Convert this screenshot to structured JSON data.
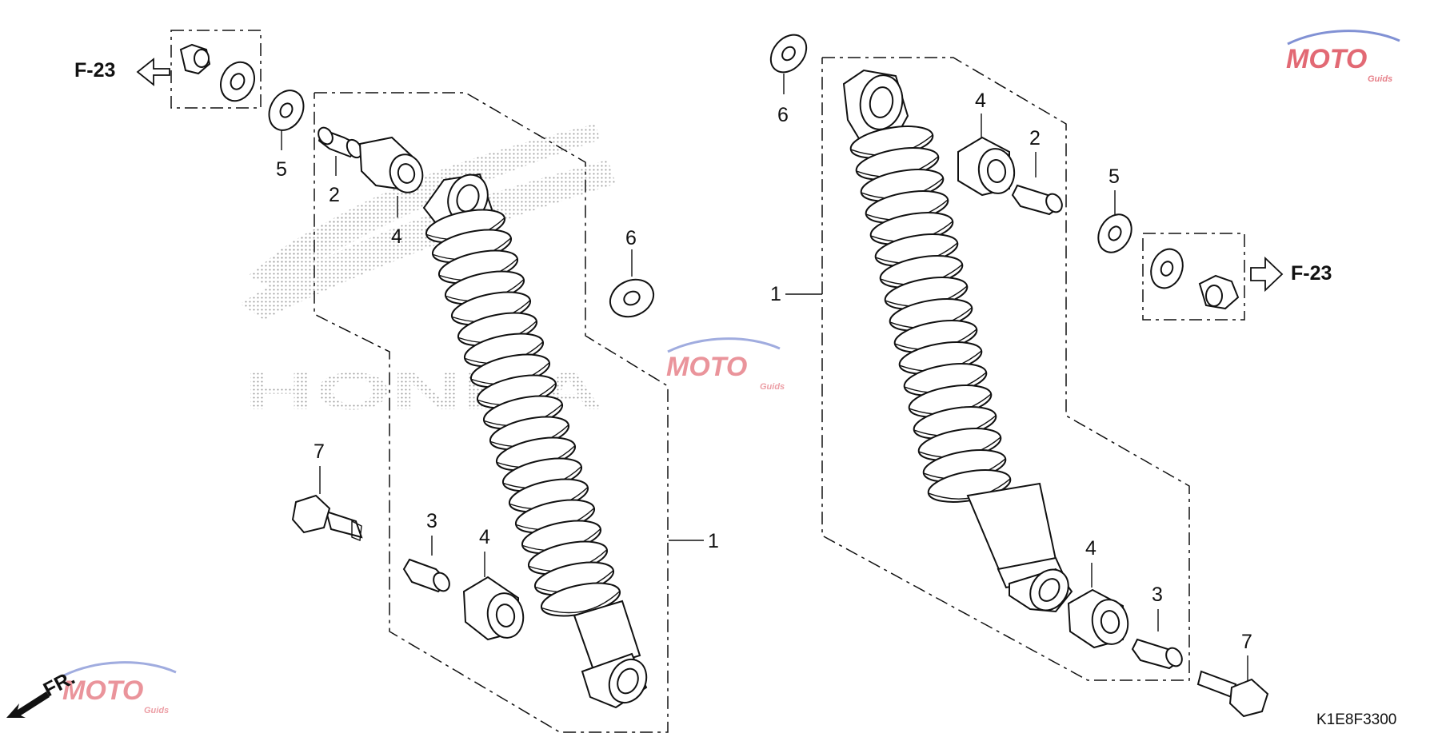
{
  "diagram": {
    "reference_left": "F-23",
    "reference_right": "F-23",
    "front_marker": "FR.",
    "drawing_code": "K1E8F3300",
    "watermark_brand": "HONDA",
    "watermark_logo": "MOTO",
    "watermark_logo_sub": "Guids",
    "colors": {
      "line": "#111111",
      "watermark_red": "#d62b3a",
      "watermark_blue": "#2d47b8",
      "dots": "#9a9a9a"
    }
  },
  "left_assembly": {
    "callouts": [
      "5",
      "2",
      "4",
      "6",
      "7",
      "3",
      "4",
      "1"
    ]
  },
  "right_assembly": {
    "callouts": [
      "6",
      "4",
      "2",
      "5",
      "1",
      "4",
      "3",
      "7"
    ]
  }
}
